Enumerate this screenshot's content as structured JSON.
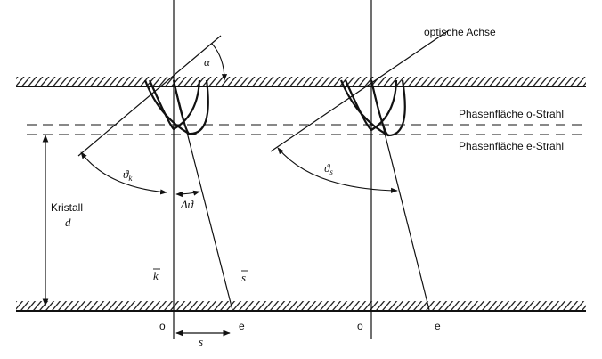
{
  "labels": {
    "optical_axis": "optische Achse",
    "phase_o": "Phasenfläche o-Strahl",
    "phase_e": "Phasenfläche e-Strahl",
    "crystal": "Kristall",
    "thickness": "d",
    "alpha": "α",
    "theta_k": "ϑ",
    "theta_k_sub": "k",
    "theta_s": "ϑ",
    "theta_s_sub": "s",
    "delta_theta": "Δϑ",
    "k_vec": "k",
    "s_vec": "s",
    "o_left": "o",
    "e_left": "e",
    "o_right": "o",
    "e_right": "e",
    "shift": "s"
  },
  "colors": {
    "ink": "#111111",
    "background": "#ffffff"
  }
}
